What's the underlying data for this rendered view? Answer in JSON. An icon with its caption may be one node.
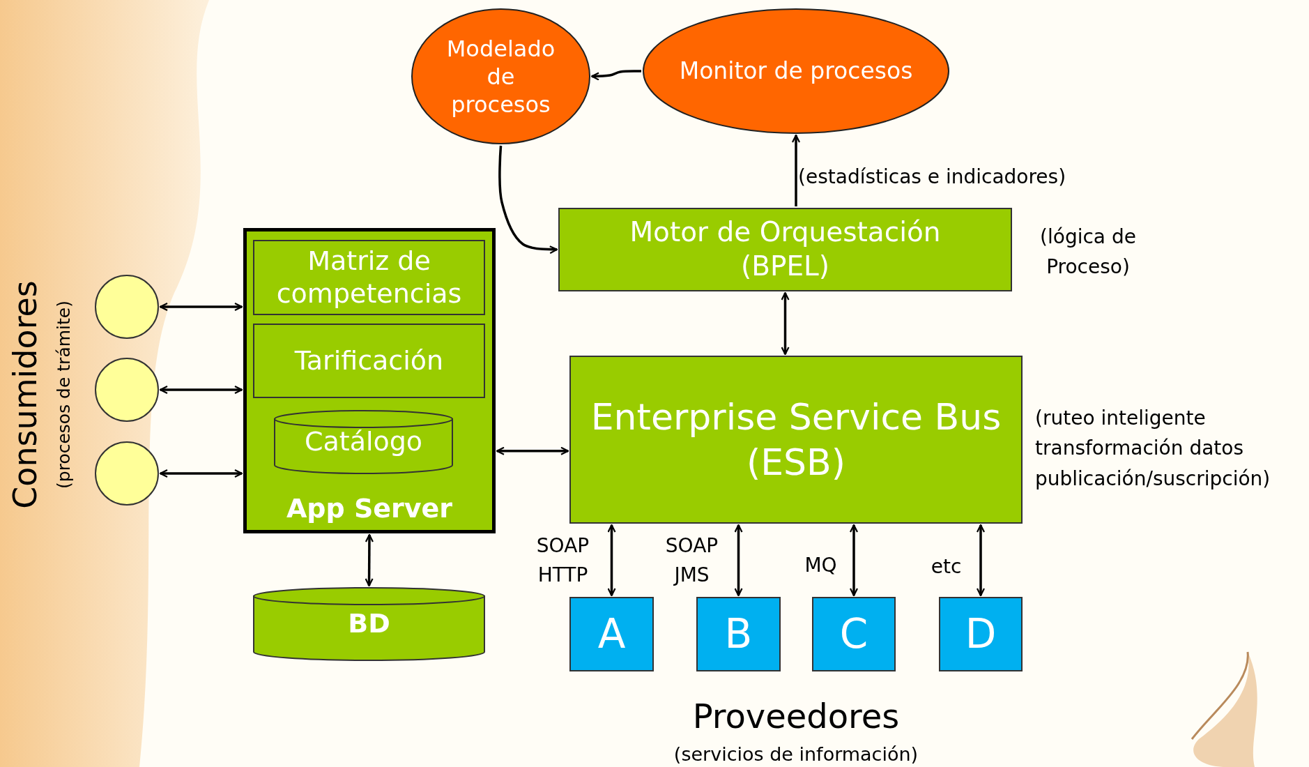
{
  "diagram": {
    "nodes": [
      {
        "text": [
          "Modelado de procesos"
        ]
      },
      {
        "text": [
          "Monitor de procesos"
        ]
      },
      {
        "text": [
          "Motor de Orquestación (BPEL)"
        ],
        "beside": [
          "(lógica de Proceso)"
        ]
      },
      {
        "text": [
          "App Server"
        ]
      },
      {
        "text": [
          "Matriz de competencias"
        ],
        "in": 3
      },
      {
        "text": [
          "Tarificación"
        ],
        "in": 3
      },
      {
        "text": [
          "Catálogo"
        ],
        "in": 3
      },
      {
        "text": [
          "Enterprise Service Bus (ESB)"
        ],
        "beside": [
          "(ruteo inteligente transformación datos publicación/suscripción)"
        ]
      },
      {
        "text": [
          "BD"
        ]
      },
      {
        "text": [],
        "shape": "circle"
      },
      {
        "text": [],
        "shape": "circle"
      },
      {
        "text": [],
        "shape": "circle"
      },
      {
        "text": [
          "A"
        ]
      },
      {
        "text": [
          "B"
        ]
      },
      {
        "text": [
          "C"
        ]
      },
      {
        "text": [
          "D"
        ]
      }
    ],
    "edges": [
      {
        "from": 1,
        "to": 0,
        "arrow": "to"
      },
      {
        "from": 0,
        "to": 2,
        "arrow": "to"
      },
      {
        "from": 2,
        "to": 1,
        "arrow": "to",
        "label": "(estadísticas e indicadores)"
      },
      {
        "from": 2,
        "to": 7,
        "arrow": "both"
      },
      {
        "from": 9,
        "to": 3,
        "arrow": "both"
      },
      {
        "from": 10,
        "to": 3,
        "arrow": "both"
      },
      {
        "from": 11,
        "to": 3,
        "arrow": "both"
      },
      {
        "from": 3,
        "to": 7,
        "arrow": "both"
      },
      {
        "from": 3,
        "to": 8,
        "arrow": "both"
      },
      {
        "from": 7,
        "to": 12,
        "arrow": "both",
        "label": "SOAP HTTP"
      },
      {
        "from": 7,
        "to": 13,
        "arrow": "both",
        "label": "SOAP JMS"
      },
      {
        "from": 7,
        "to": 14,
        "arrow": "both",
        "label": "MQ"
      },
      {
        "from": 7,
        "to": 15,
        "arrow": "both",
        "label": "etc"
      }
    ],
    "labels": [
      "Consumidores",
      "(procesos de trámite)",
      "Proveedores",
      "(servicios de información)"
    ]
  }
}
